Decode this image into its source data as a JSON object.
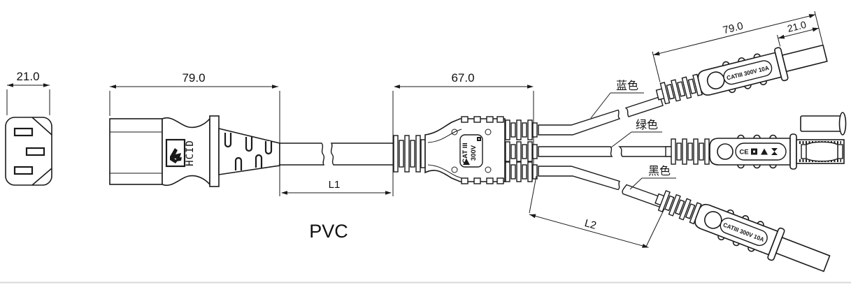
{
  "drawing": {
    "material_label": "PVC",
    "dims": {
      "inlet_width": "21.0",
      "plug_length": "79.0",
      "splitter_length": "67.0",
      "main_cable": "L1",
      "branch_cable": "L2",
      "lead_length": "79.0",
      "tip_length": "21.0"
    },
    "markings": {
      "plug_brand": "HCID",
      "splitter_rating_line1": "CAT III",
      "splitter_rating_line2": "300V",
      "lead_rating": "CATIII 300V 10A",
      "ce_mark": "CE"
    },
    "wire_labels": {
      "blue": "蓝色",
      "green": "绿色",
      "black": "黑色"
    },
    "icons": {
      "warning_triangle": "⚠",
      "double_insulation_square": "回",
      "hourglass": "⧗"
    },
    "colors": {
      "line": "#1a1a1a",
      "background": "#ffffff",
      "baseline_rule": "#d8d8d8"
    }
  }
}
